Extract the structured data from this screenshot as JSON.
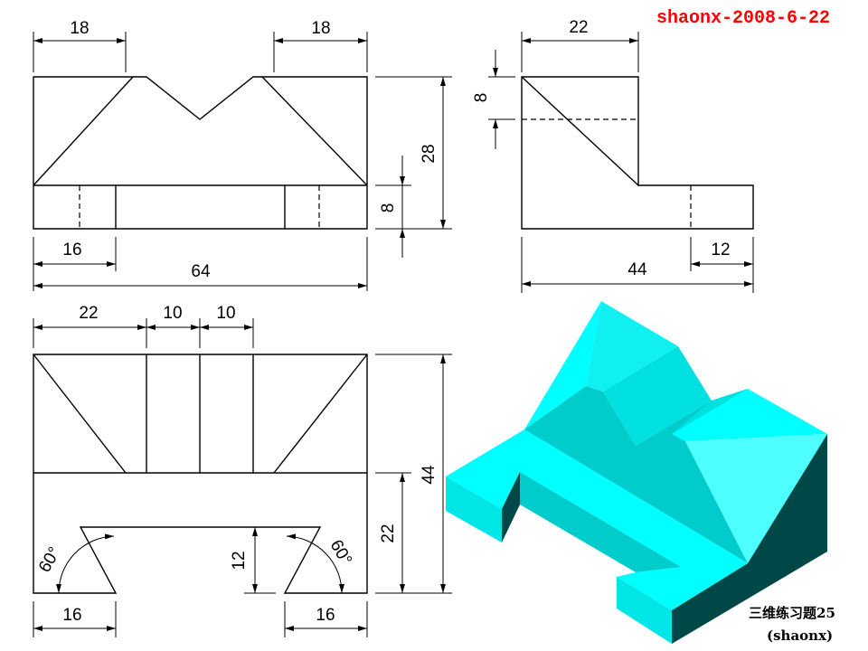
{
  "header": {
    "author_date": "shaonx-2008-6-22"
  },
  "caption": {
    "title": "三维练习题25",
    "author": "(shaonx)"
  },
  "front_view": {
    "dims": {
      "top_left_width": "18",
      "top_right_width": "18",
      "slot_offset": "16",
      "total_width": "64",
      "height": "28",
      "base_height": "8"
    }
  },
  "side_view": {
    "dims": {
      "top_width": "22",
      "groove_depth": "8",
      "total_depth": "44",
      "step_width": "12"
    }
  },
  "top_view": {
    "dims": {
      "left_width": "22",
      "mid_width_1": "10",
      "mid_width_2": "10",
      "total_height": "44",
      "lower_height": "22",
      "slot_depth": "12",
      "angle_left": "60°",
      "angle_right": "60°",
      "bottom_left_width": "16",
      "bottom_right_width": "16"
    }
  },
  "colors": {
    "cyan": "#00ffff",
    "cyan_mid": "#00e6e6",
    "cyan_dark": "#00cccc",
    "cyan_light": "#4dffff",
    "shadow": "#004848",
    "title": "#ff0000"
  }
}
